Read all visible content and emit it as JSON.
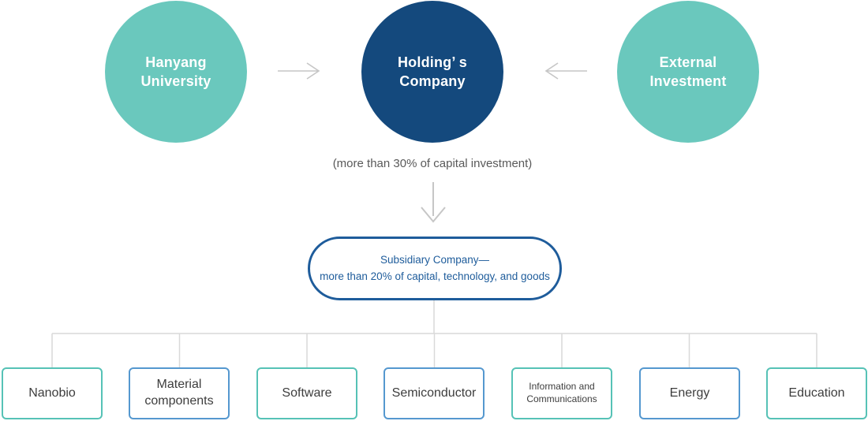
{
  "colors": {
    "teal_fill": "#6ac8bd",
    "navy_fill": "#14497d",
    "teal_border": "#56c2b6",
    "blue_border": "#5598cf",
    "subsidiary_blue": "#1e5c9b",
    "arrow_gray": "#c6c6c6",
    "connector_gray": "#d9d9d9",
    "sector_text": "#3d3d3d",
    "caption_gray": "#595959"
  },
  "top": {
    "nodes": [
      {
        "label": "Hanyang\nUniversity"
      },
      {
        "label": "Holding’ s\nCompany"
      },
      {
        "label": "External\nInvestment"
      }
    ],
    "caption": "(more than 30% of capital investment)"
  },
  "subsidiary": {
    "label": "Subsidiary Company—\nmore than 20% of capital, technology, and goods"
  },
  "sectors": [
    {
      "label": "Nanobio",
      "border": "teal"
    },
    {
      "label": "Material\ncomponents",
      "border": "blue"
    },
    {
      "label": "Software",
      "border": "teal"
    },
    {
      "label": "Semiconductor",
      "border": "blue"
    },
    {
      "label": "Information and\nCommunications",
      "border": "teal"
    },
    {
      "label": "Energy",
      "border": "blue"
    },
    {
      "label": "Education",
      "border": "teal"
    }
  ]
}
